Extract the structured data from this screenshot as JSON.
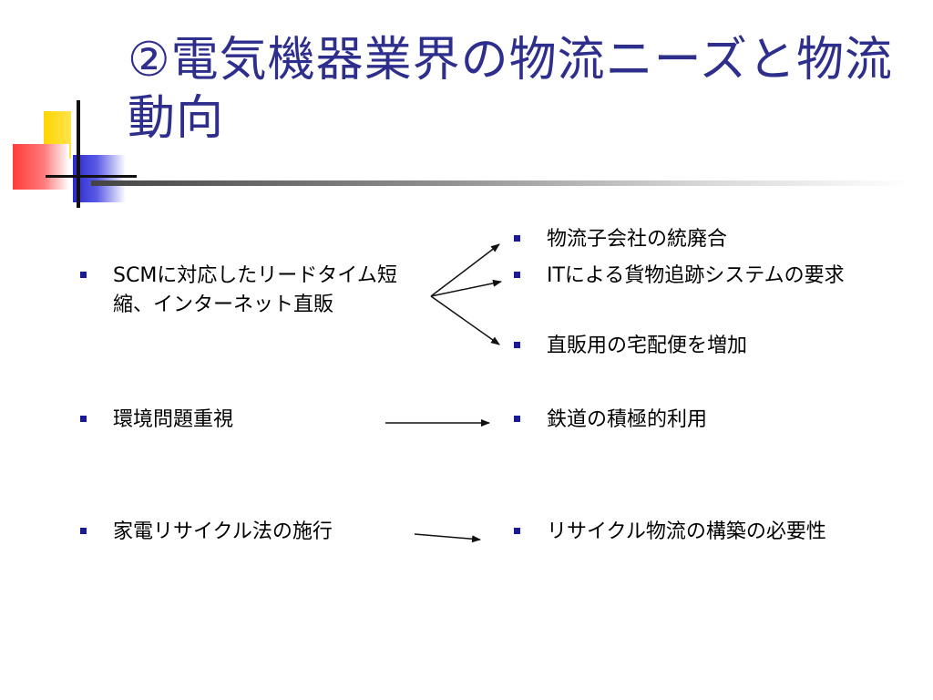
{
  "slide": {
    "title": "②電気機器業界の物流ニーズと物流動向"
  },
  "left_items": [
    {
      "text": "SCMに対応したリードタイム短縮、インターネット直販"
    },
    {
      "text": "環境問題重視"
    },
    {
      "text": "家電リサイクル法の施行"
    }
  ],
  "right_items": [
    {
      "text": "物流子会社の統廃合"
    },
    {
      "text": "ITによる貨物追跡システムの要求"
    },
    {
      "text": "直販用の宅配便を増加"
    },
    {
      "text": "鉄道の積極的利用"
    },
    {
      "text": "リサイクル物流の構築の必要性"
    }
  ],
  "colors": {
    "title": "#2e2e8c",
    "bullet": "#1a1a99",
    "accent_yellow": "#ffd500",
    "accent_red": "#ff3b3b",
    "accent_blue": "#2a2ac8"
  }
}
